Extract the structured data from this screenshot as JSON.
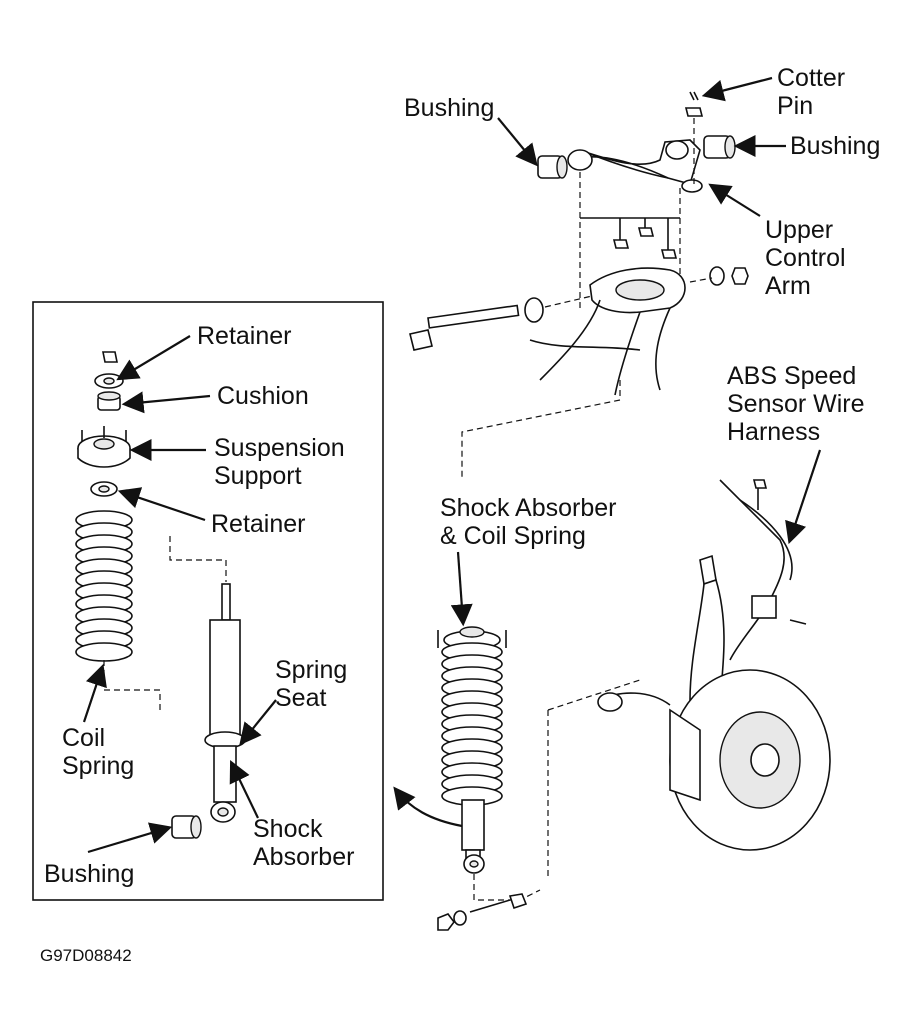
{
  "labels": {
    "cotter_pin": [
      "Cotter",
      "Pin"
    ],
    "bushing_upper_left": "Bushing",
    "bushing_upper_right": "Bushing",
    "upper_control_arm": [
      "Upper",
      "Control",
      "Arm"
    ],
    "abs_harness": [
      "ABS Speed",
      "Sensor Wire",
      "Harness"
    ],
    "shock_coil_assembly": [
      "Shock Absorber",
      "& Coil Spring"
    ],
    "retainer_top": "Retainer",
    "cushion": "Cushion",
    "suspension_support": [
      "Suspension",
      "Support"
    ],
    "retainer_lower": "Retainer",
    "spring_seat": [
      "Spring",
      "Seat"
    ],
    "coil_spring": [
      "Coil",
      "Spring"
    ],
    "shock_absorber": [
      "Shock",
      "Absorber"
    ],
    "bushing_lower": "Bushing"
  },
  "figure_code": "G97D08842",
  "colors": {
    "line": "#111111",
    "background": "#ffffff"
  }
}
